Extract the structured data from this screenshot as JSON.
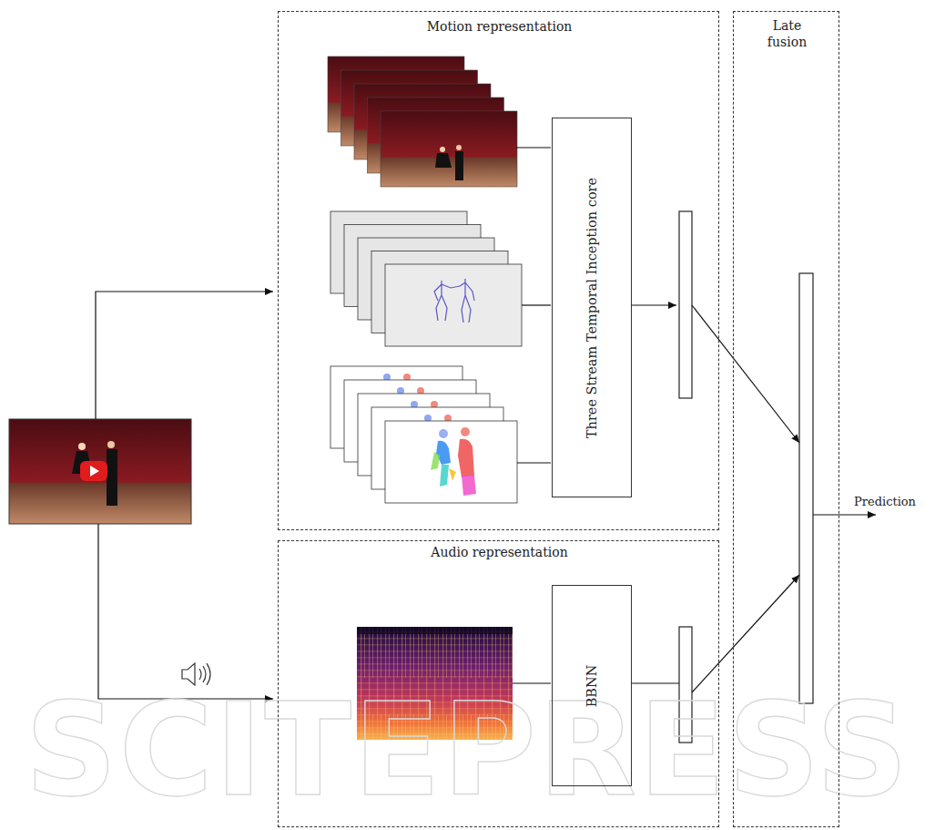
{
  "diagram": {
    "nodes": [
      {
        "text": [
          "Motion representation"
        ]
      },
      {
        "text": [
          "Three Stream Temporal Inception core"
        ],
        "in": 0
      },
      {
        "text": [
          "Audio representation"
        ]
      },
      {
        "text": [
          "BBNN"
        ],
        "in": 2
      },
      {
        "text": [
          "Late fusion"
        ]
      }
    ],
    "labels": [
      "Prediction",
      "SCITEPRESS"
    ]
  }
}
